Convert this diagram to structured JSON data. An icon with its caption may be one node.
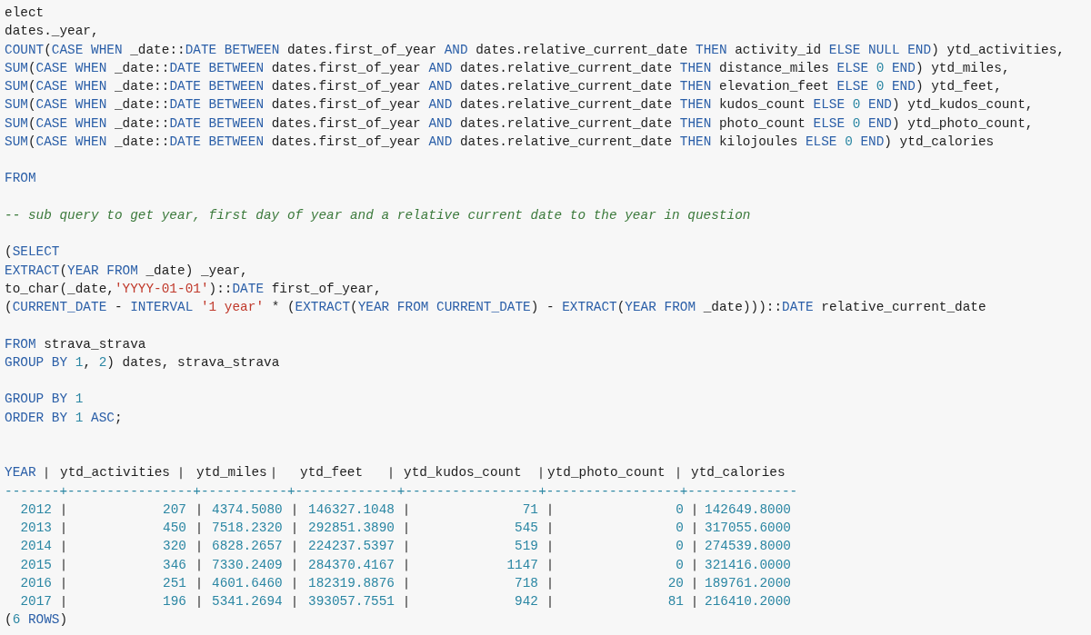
{
  "diagram": {
    "labels": [
      "elect",
      "dates._year,",
      "COUNT(CASE WHEN _date::DATE BETWEEN dates.first_of_year AND dates.relative_current_date THEN activity_id ELSE NULL END) ytd_activities,",
      "SUM(CASE WHEN _date::DATE BETWEEN dates.first_of_year AND dates.relative_current_date THEN distance_miles ELSE 0 END) ytd_miles,",
      "SUM(CASE WHEN _date::DATE BETWEEN dates.first_of_year AND dates.relative_current_date THEN elevation_feet ELSE 0 END) ytd_feet,",
      "SUM(CASE WHEN _date::DATE BETWEEN dates.first_of_year AND dates.relative_current_date THEN kudos_count ELSE 0 END) ytd_kudos_count,",
      "SUM(CASE WHEN _date::DATE BETWEEN dates.first_of_year AND dates.relative_current_date THEN photo_count ELSE 0 END) ytd_photo_count,",
      "SUM(CASE WHEN _date::DATE BETWEEN dates.first_of_year AND dates.relative_current_date THEN kilojoules ELSE 0 END) ytd_calories",
      "FROM",
      "-- sub query to get year, first day of year and a relative current date to the year in question",
      "(SELECT",
      "EXTRACT(YEAR FROM _date) _year,",
      "to_char(_date,'YYYY-01-01')::DATE first_of_year,",
      "(CURRENT_DATE - INTERVAL '1 year' * (EXTRACT(YEAR FROM CURRENT_DATE) - EXTRACT(YEAR FROM _date)))::DATE relative_current_date",
      "FROM strava_strava",
      "GROUP BY 1, 2) dates, strava_strava",
      "GROUP BY 1",
      "ORDER BY 1 ASC;",
      "YEAR",
      "ytd_activities",
      "ytd_miles",
      "ytd_feet",
      "ytd_kudos_count",
      "ytd_photo_count",
      "ytd_calories",
      "-------+----------------+-----------+-------------+-----------------+-----------------+--------------",
      "2012",
      "207",
      "4374.5080",
      "146327.1048",
      "71",
      "0",
      "142649.8000",
      "2013",
      "450",
      "7518.2320",
      "292851.3890",
      "545",
      "0",
      "317055.6000",
      "2014",
      "320",
      "6828.2657",
      "224237.5397",
      "519",
      "0",
      "274539.8000",
      "2015",
      "346",
      "7330.2409",
      "284370.4167",
      "1147",
      "0",
      "321416.0000",
      "2016",
      "251",
      "4601.6460",
      "182319.8876",
      "718",
      "20",
      "189761.2000",
      "2017",
      "196",
      "5341.2694",
      "393057.7551",
      "942",
      "81",
      "216410.2000",
      "(6 ROWS)"
    ]
  }
}
